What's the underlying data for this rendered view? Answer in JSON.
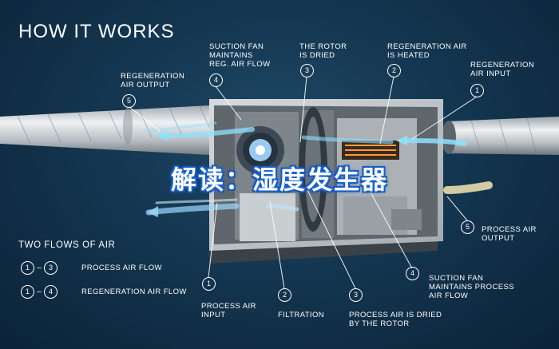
{
  "title": "HOW IT WORKS",
  "overlay_text": "解读：湿度发生器",
  "labels": {
    "regen_output": "REGENERATION\nAIR OUTPUT",
    "suction_regen": "SUCTION FAN\nMAINTAINS\nREG. AIR FLOW",
    "rotor_dried": "THE ROTOR\nIS DRIED",
    "regen_heated": "REGENERATION AIR\nIS HEATED",
    "regen_input": "REGENERATION\nAIR INPUT",
    "process_output": "PROCESS AIR\nOUTPUT",
    "suction_process": "SUCTION FAN\nMAINTAINS PROCESS\nAIR FLOW",
    "process_input": "PROCESS AIR\nINPUT",
    "filtration": "FILTRATION",
    "process_dried": "PROCESS AIR IS DRIED\nBY THE ROTOR"
  },
  "badges": {
    "regen_output": "5",
    "suction_regen": "4",
    "rotor_dried": "3",
    "regen_heated": "2",
    "regen_input": "1",
    "process_output": "5",
    "suction_process": "4",
    "process_input": "1",
    "filtration": "2",
    "process_dried": "3"
  },
  "legend": {
    "title": "TWO FLOWS OF AIR",
    "rows": [
      {
        "from": "1",
        "to": "3",
        "text": "PROCESS AIR FLOW"
      },
      {
        "from": "1",
        "to": "4",
        "text": "REGENERATION AIR FLOW"
      }
    ]
  },
  "colors": {
    "background": "#143650",
    "accent_blue": "#1b6ad8",
    "regeneration_flow": "#8fe0ff",
    "process_flow": "#f2e6b0",
    "heater": "#ff9a3c"
  }
}
